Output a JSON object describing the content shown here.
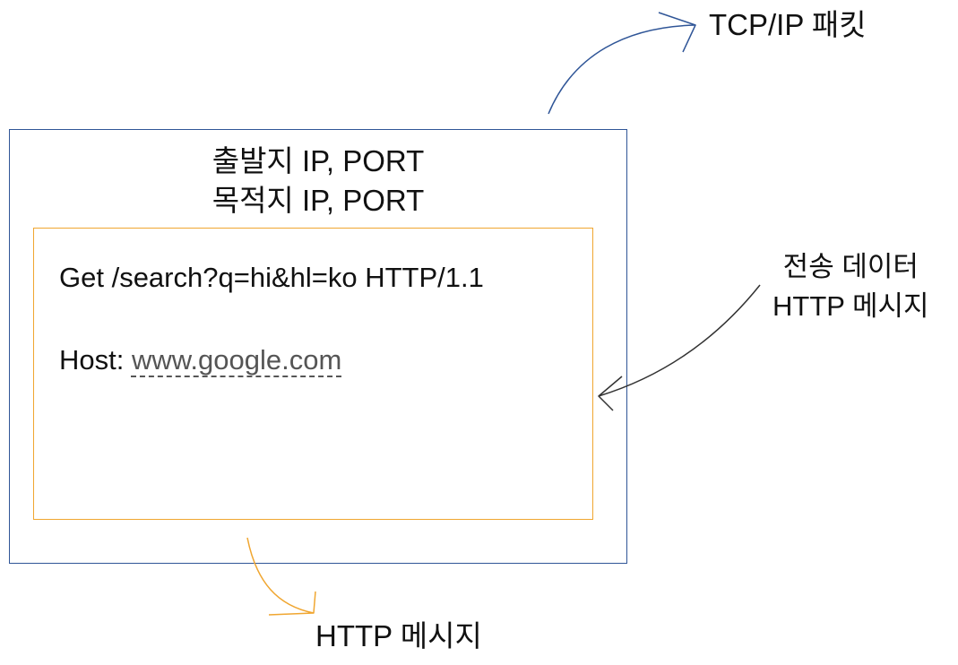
{
  "tcp_packet_label": "TCP/IP 패킷",
  "packet_header": {
    "source_line": "출발지 IP, PORT",
    "destination_line": "목적지 IP, PORT"
  },
  "http_message": {
    "request_line": "Get /search?q=hi&hl=ko HTTP/1.1",
    "host_label": "Host: ",
    "host_value": "www.google.com"
  },
  "data_annotation": {
    "line1": "전송 데이터",
    "line2": "HTTP 메시지"
  },
  "bottom_label": "HTTP 메시지",
  "colors": {
    "packet_border": "#2f5597",
    "message_border": "#f0a630",
    "link_text": "#555555"
  }
}
